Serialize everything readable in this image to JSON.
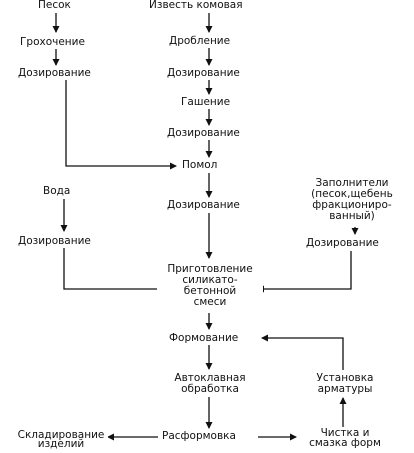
{
  "nodes": {
    "pesok": "Песок",
    "izvest": "Известь комовая",
    "grokhochenie": "Грохочение",
    "droblenie": "Дробление",
    "doz_pesok": "Дозирование",
    "doz_izvest": "Дозирование",
    "gashenie": "Гашение",
    "doz_gashenie": "Дозирование",
    "pomol": "Помол",
    "voda": "Вода",
    "doz_pomol": "Дозирование",
    "zapolniteli": [
      "Заполнители",
      "(песок,щебень",
      "фракциониро-",
      "ванный)"
    ],
    "doz_voda": "Дозирование",
    "doz_zapoln": "Дозирование",
    "prigotovlenie": [
      "Приготовление",
      "силикато-",
      "бетонной",
      "смеси"
    ],
    "formovanie": "Формование",
    "avtoklav": [
      "Автоклавная",
      "обработка"
    ],
    "ustanovka": [
      "Установка",
      "арматуры"
    ],
    "skladirovanie": [
      "Складирование",
      "изделий"
    ],
    "rasformovka": "Расформовка",
    "chistka": [
      "Чистка и",
      "смазка форм"
    ]
  }
}
